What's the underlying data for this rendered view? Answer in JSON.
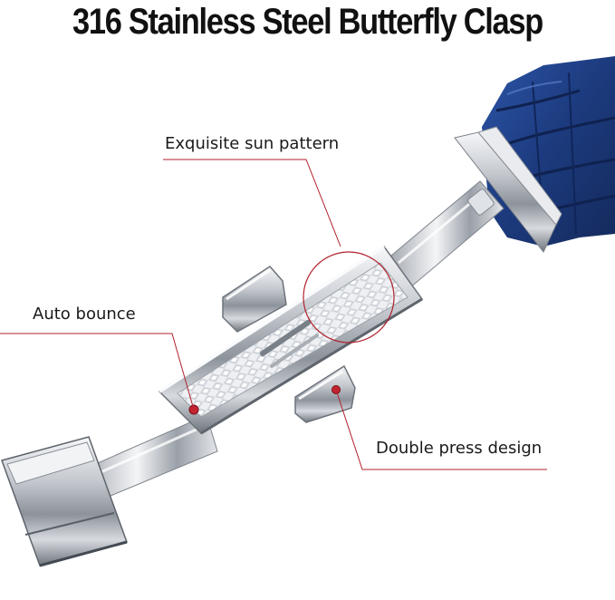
{
  "title": "316 Stainless Steel Butterfly Clasp",
  "callouts": {
    "sun_pattern": "Exquisite sun pattern",
    "auto_bounce": "Auto bounce",
    "double_press": "Double press design"
  },
  "colors": {
    "callout_line": "#b0222e",
    "strap_blue": "#1f3f86",
    "steel": "#c9cdd3"
  }
}
